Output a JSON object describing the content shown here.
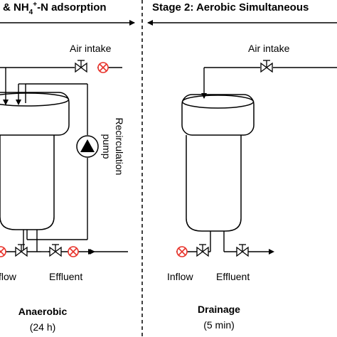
{
  "stage1": {
    "title_main": "& NH",
    "title_sub": "4",
    "title_sup": "+",
    "title_rest": "-N adsorption",
    "air_intake": "Air intake",
    "pump_label_1": "Recirculation",
    "pump_label_2": "pump",
    "inflow": "flow",
    "effluent": "Effluent",
    "phase": "Anaerobic",
    "duration": "(24 h)"
  },
  "stage2": {
    "title": "Stage 2: Aerobic Simultaneous",
    "air_intake": "Air intake",
    "inflow": "Inflow",
    "effluent": "Effluent",
    "phase": "Drainage",
    "duration": "(5 min)"
  },
  "colors": {
    "line": "#000000",
    "closed_valve": "#e8322a",
    "pump_fill": "#000000"
  },
  "icons": [
    "arrow-icon",
    "open-valve-icon",
    "closed-valve-icon",
    "pump-icon"
  ]
}
